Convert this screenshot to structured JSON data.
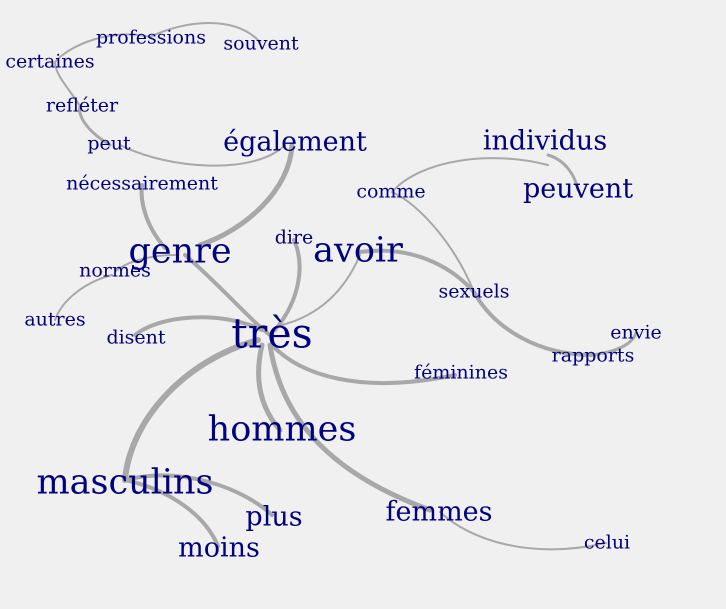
{
  "colors": {
    "background": "#f0f0f0",
    "word": "#000080",
    "edge": "#a8a8a8"
  },
  "words": {
    "tres": "très",
    "genre": "genre",
    "avoir": "avoir",
    "dire": "dire",
    "hommes": "hommes",
    "masculins": "masculins",
    "femmes": "femmes",
    "plus": "plus",
    "moins": "moins",
    "disent": "disent",
    "normes": "normes",
    "autres": "autres",
    "egalement": "également",
    "necessairement": "nécessairement",
    "peut": "peut",
    "refleter": "refléter",
    "certaines": "certaines",
    "professions": "professions",
    "souvent": "souvent",
    "comme": "comme",
    "individus": "individus",
    "peuvent": "peuvent",
    "sexuels": "sexuels",
    "rapports": "rapports",
    "envie": "envie",
    "feminines": "féminines",
    "celui": "celui"
  }
}
